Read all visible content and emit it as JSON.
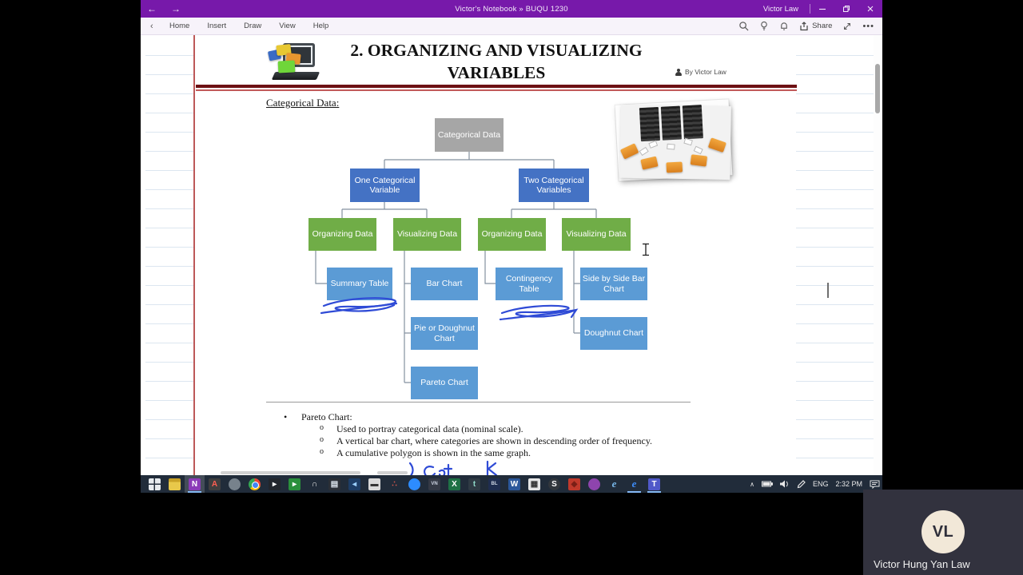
{
  "window": {
    "title": "Victor's Notebook » BUQU 1230",
    "account": "Victor Law"
  },
  "icons": {
    "back": "←",
    "forward": "→",
    "collapse_nav": "‹",
    "more": "•••",
    "tray_chevron": "∧"
  },
  "ribbon": {
    "tabs": [
      "Home",
      "Insert",
      "Draw",
      "View",
      "Help"
    ],
    "share_label": "Share"
  },
  "page": {
    "title_line1": "2. ORGANIZING AND VISUALIZING",
    "title_line2": "VARIABLES",
    "byline": "By Victor Law",
    "section_heading": "Categorical Data:",
    "bullets": {
      "marker": "•",
      "sub_marker": "o",
      "heading": "Pareto Chart:",
      "items": [
        "Used to portray categorical data (nominal scale).",
        "A vertical bar chart, where categories are shown in descending order of frequency.",
        "A cumulative polygon is shown in the same graph."
      ]
    }
  },
  "flowchart": {
    "type": "hierarchy-diagram",
    "colors": {
      "root": "#a6a6a6",
      "level2": "#4472c4",
      "level3": "#70ad47",
      "leaf": "#5b9bd5"
    },
    "root": {
      "label": "Categorical Data",
      "children": [
        {
          "label": "One Categorical Variable",
          "children": [
            {
              "label": "Organizing Data",
              "children": [
                {
                  "label": "Summary Table"
                }
              ]
            },
            {
              "label": "Visualizing Data",
              "children": [
                {
                  "label": "Bar Chart"
                },
                {
                  "label": "Pie or Doughnut Chart"
                },
                {
                  "label": "Pareto Chart"
                }
              ]
            }
          ]
        },
        {
          "label": "Two Categorical Variables",
          "children": [
            {
              "label": "Organizing Data",
              "children": [
                {
                  "label": "Contingency Table"
                }
              ]
            },
            {
              "label": "Visualizing Data",
              "children": [
                {
                  "label": "Side by Side Bar Chart"
                },
                {
                  "label": "Doughnut Chart"
                }
              ]
            }
          ]
        }
      ]
    }
  },
  "taskbar": {
    "icons": [
      {
        "name": "start",
        "shape": "win"
      },
      {
        "name": "file-explorer",
        "shape": "folder"
      },
      {
        "name": "onenote",
        "letter": "N",
        "bg": "#8b3bb8",
        "active": true,
        "highlight": true
      },
      {
        "name": "acrobat",
        "letter": "A",
        "bg": "#3f3f3f",
        "fg": "#ff5f52"
      },
      {
        "name": "steam",
        "shape": "circle",
        "bg": "#77828c"
      },
      {
        "name": "chrome",
        "shape": "chrome"
      },
      {
        "name": "movies-tv",
        "letter": "▸",
        "bg": "#22262d"
      },
      {
        "name": "media-play",
        "letter": "▸",
        "bg": "#2a8f3c"
      },
      {
        "name": "headset",
        "letter": "∩",
        "fg": "#e8e8e8"
      },
      {
        "name": "notes-app",
        "letter": "▤",
        "bg": "#2b2f36",
        "fg": "#dfe6ee"
      },
      {
        "name": "media-player",
        "letter": "◂",
        "bg": "#1d3d66",
        "fg": "#9cd0ff"
      },
      {
        "name": "film-clapper",
        "letter": "▬",
        "bg": "#d9d9d9",
        "fg": "#333333"
      },
      {
        "name": "screen-marker",
        "letter": "∴",
        "fg": "#e05a4e"
      },
      {
        "name": "zoom",
        "shape": "circle",
        "bg": "#2d8cff"
      },
      {
        "name": "vn-app",
        "letter": "VN",
        "bg": "#343945",
        "fg": "#cfd6e4",
        "small": true
      },
      {
        "name": "excel",
        "letter": "X",
        "bg": "#1e7145"
      },
      {
        "name": "dev-app",
        "letter": "t",
        "bg": "#2f3a44",
        "fg": "#8fd8c7"
      },
      {
        "name": "blackboard",
        "letter": "BL",
        "bg": "#1f2d50",
        "fg": "#cfd6e4",
        "small": true
      },
      {
        "name": "word",
        "letter": "W",
        "bg": "#2b579a"
      },
      {
        "name": "calculator",
        "letter": "▦",
        "bg": "#e6e6e6",
        "fg": "#333333"
      },
      {
        "name": "skype",
        "letter": "S",
        "shape": "circle",
        "bg": "#31363c"
      },
      {
        "name": "red-app",
        "letter": "◆",
        "bg": "#c0392b",
        "fg": "#7a1f16"
      },
      {
        "name": "map-pin",
        "shape": "circle",
        "bg": "#8e44ad"
      },
      {
        "name": "internet-explorer",
        "letter": "e",
        "fg": "#79b8ea",
        "italic": true
      },
      {
        "name": "edge",
        "letter": "e",
        "fg": "#3f8efc",
        "italic": true,
        "active": true
      },
      {
        "name": "teams",
        "letter": "T",
        "bg": "#5059c9",
        "active": true
      }
    ],
    "tray": {
      "language": "ENG",
      "time": "2:32 PM"
    }
  },
  "video_overlay": {
    "initials": "VL",
    "name": "Victor Hung Yan Law"
  },
  "colors": {
    "titlebar": "#7719aa",
    "taskbar": "#212c3a",
    "page_rule_red": "#b23b3b",
    "header_rule_dark": "#6d1013",
    "ink_blue": "#2f4bd6"
  }
}
